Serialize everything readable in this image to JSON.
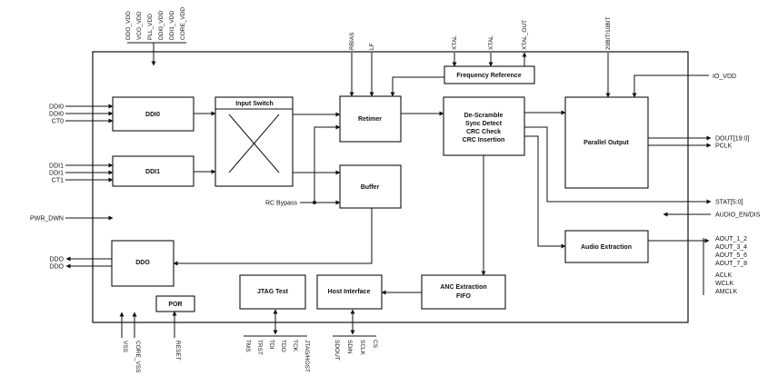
{
  "blocks": {
    "ddi0": "DDI0",
    "ddi1": "DDI1",
    "ddo": "DDO",
    "input_switch": "Input Switch",
    "retimer": "Retimer",
    "buffer": "Buffer",
    "descramble": [
      "De-Scramble",
      "Sync Detect",
      "CRC Check",
      "CRC Insertion"
    ],
    "freq_ref": "Frequency Reference",
    "parallel_output": "Parallel Output",
    "audio_extraction": "Audio Extraction",
    "anc_extraction": [
      "ANC Extraction",
      "FIFO"
    ],
    "host_interface": "Host Interface",
    "jtag_test": "JTAG Test",
    "por": "POR"
  },
  "signals": {
    "left": [
      "DDI0",
      "DDI0",
      "CT0",
      "DDI1",
      "DDI1",
      "CT1",
      "PWR_DWN",
      "DDO",
      "DDO"
    ],
    "right": [
      "IO_VDD",
      "DOUT[19:0]",
      "PCLK",
      "STAT[5:0]",
      "AUDIO_EN/DIS",
      "AOUT_1_2",
      "AOUT_3_4",
      "AOUT_5_6",
      "AOUT_7_8",
      "ACLK",
      "WCLK",
      "AMCLK"
    ],
    "top_supply": [
      "DDO_VDD",
      "VCO_VDD",
      "PLL_VDD",
      "DDI0_VDD",
      "DDI1_VDD",
      "CORE_VDD"
    ],
    "top": [
      "RBIAS",
      "LF",
      "XTAL",
      "XTAL",
      "XTAL_OUT",
      "20BIT/10BIT"
    ],
    "bottom_left": [
      "VSS",
      "CORE_VSS",
      "RESET"
    ],
    "jtag": [
      "TMS",
      "TRST",
      "TDI",
      "TDO",
      "TCK",
      "JTAG/HOST"
    ],
    "host": [
      "SDOUT",
      "SDIN",
      "SCLK",
      "CS"
    ],
    "rc_bypass": "RC Bypass"
  }
}
